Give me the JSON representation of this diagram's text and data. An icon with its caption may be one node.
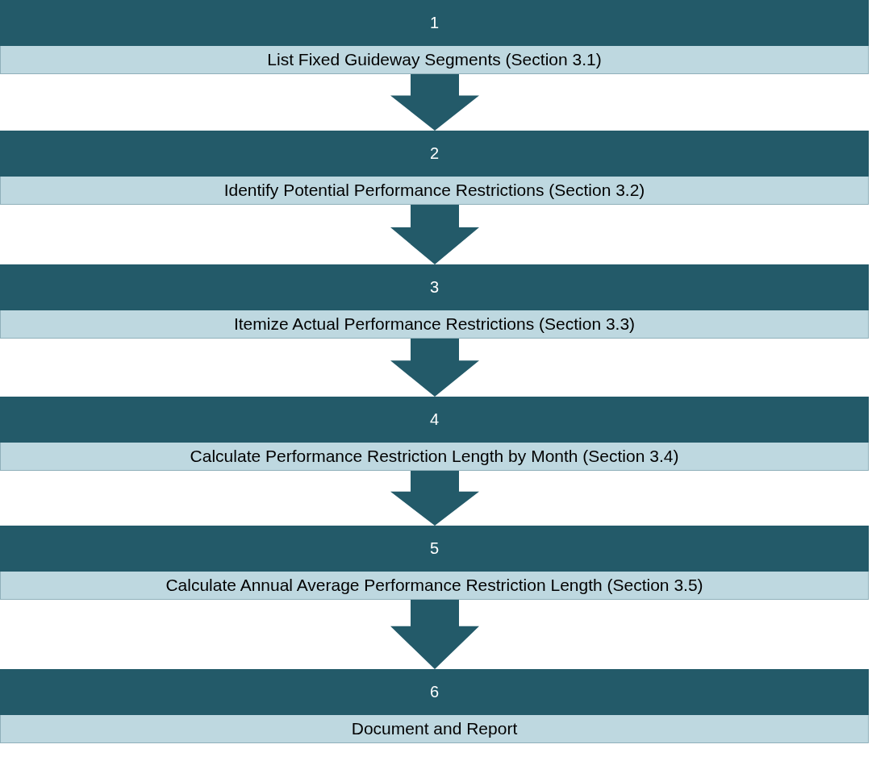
{
  "diagram": {
    "nodes": [
      {
        "text": [
          "1",
          "List Fixed Guideway Segments (Section 3.1)"
        ]
      },
      {
        "text": [
          "2",
          "Identify Potential Performance Restrictions (Section 3.2)"
        ]
      },
      {
        "text": [
          "3",
          "Itemize Actual Performance Restrictions (Section 3.3)"
        ]
      },
      {
        "text": [
          "4",
          "Calculate Performance Restriction Length by Month (Section 3.4)"
        ]
      },
      {
        "text": [
          "5",
          "Calculate Annual Average Performance Restriction Length (Section 3.5)"
        ]
      },
      {
        "text": [
          "6",
          "Document and Report"
        ]
      }
    ],
    "edges": [
      {
        "from": 0,
        "to": 1,
        "arrow": "to"
      },
      {
        "from": 1,
        "to": 2,
        "arrow": "to"
      },
      {
        "from": 2,
        "to": 3,
        "arrow": "to"
      },
      {
        "from": 3,
        "to": 4,
        "arrow": "to"
      },
      {
        "from": 4,
        "to": 5,
        "arrow": "to"
      }
    ]
  }
}
